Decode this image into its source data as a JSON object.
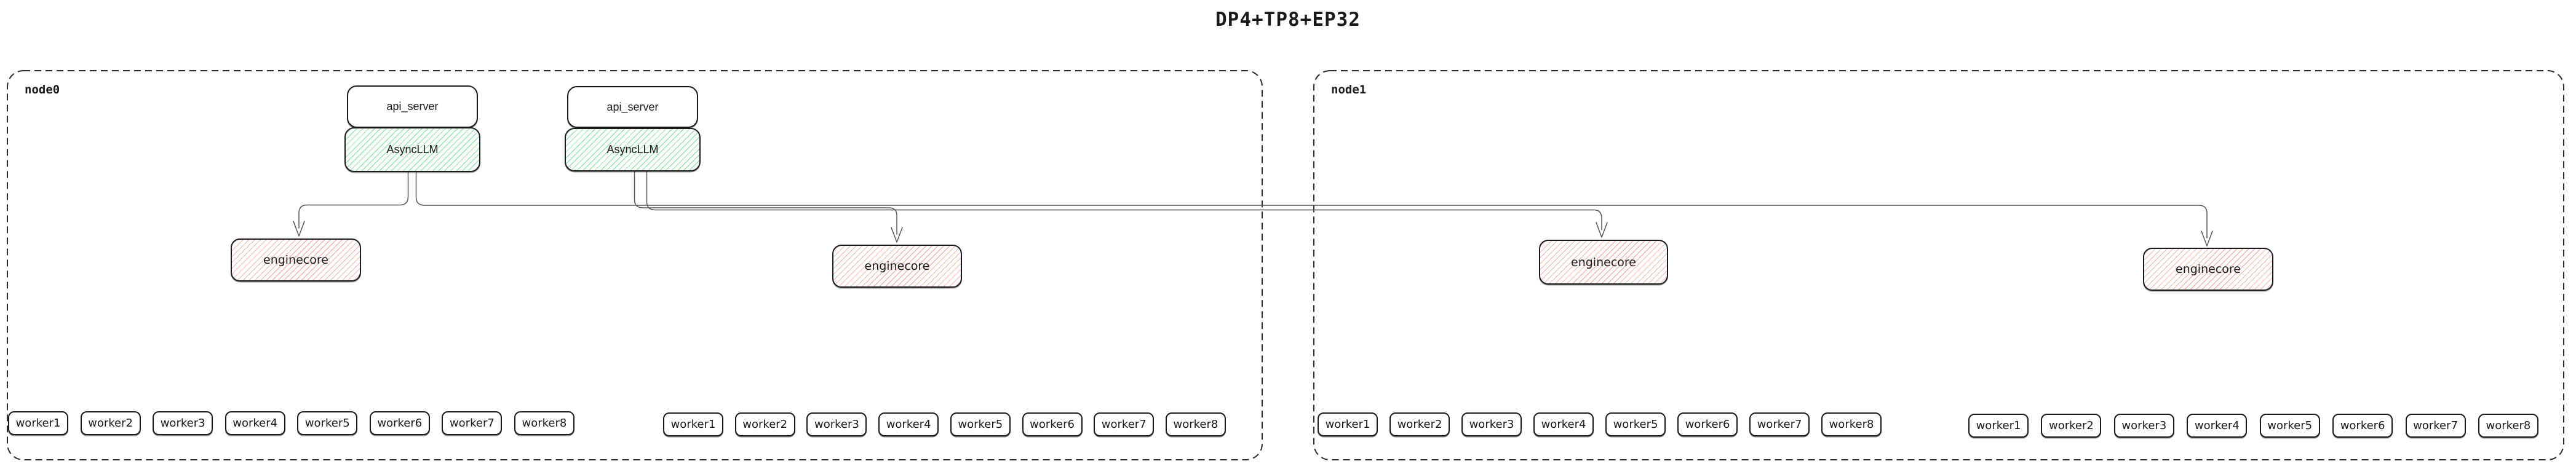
{
  "title": "DP4+TP8+EP32",
  "colors": {
    "hatch_green": "#97e6ad",
    "hatch_red": "#f6b6ad",
    "connector": "#555555",
    "border_dark": "#1a1a1a",
    "node_border": "#2b2b2b"
  },
  "node0": {
    "label": "node0",
    "api_server_1": "api_server",
    "asyncllm_1": "AsyncLLM",
    "api_server_2": "api_server",
    "asyncllm_2": "AsyncLLM",
    "enginecore_1": "enginecore",
    "enginecore_2": "enginecore",
    "workers_a": [
      "worker1",
      "worker2",
      "worker3",
      "worker4",
      "worker5",
      "worker6",
      "worker7",
      "worker8"
    ],
    "workers_b": [
      "worker1",
      "worker2",
      "worker3",
      "worker4",
      "worker5",
      "worker6",
      "worker7",
      "worker8"
    ]
  },
  "node1": {
    "label": "node1",
    "enginecore_1": "enginecore",
    "enginecore_2": "enginecore",
    "workers_a": [
      "worker1",
      "worker2",
      "worker3",
      "worker4",
      "worker5",
      "worker6",
      "worker7",
      "worker8"
    ],
    "workers_b": [
      "worker1",
      "worker2",
      "worker3",
      "worker4",
      "worker5",
      "worker6",
      "worker7",
      "worker8"
    ]
  }
}
